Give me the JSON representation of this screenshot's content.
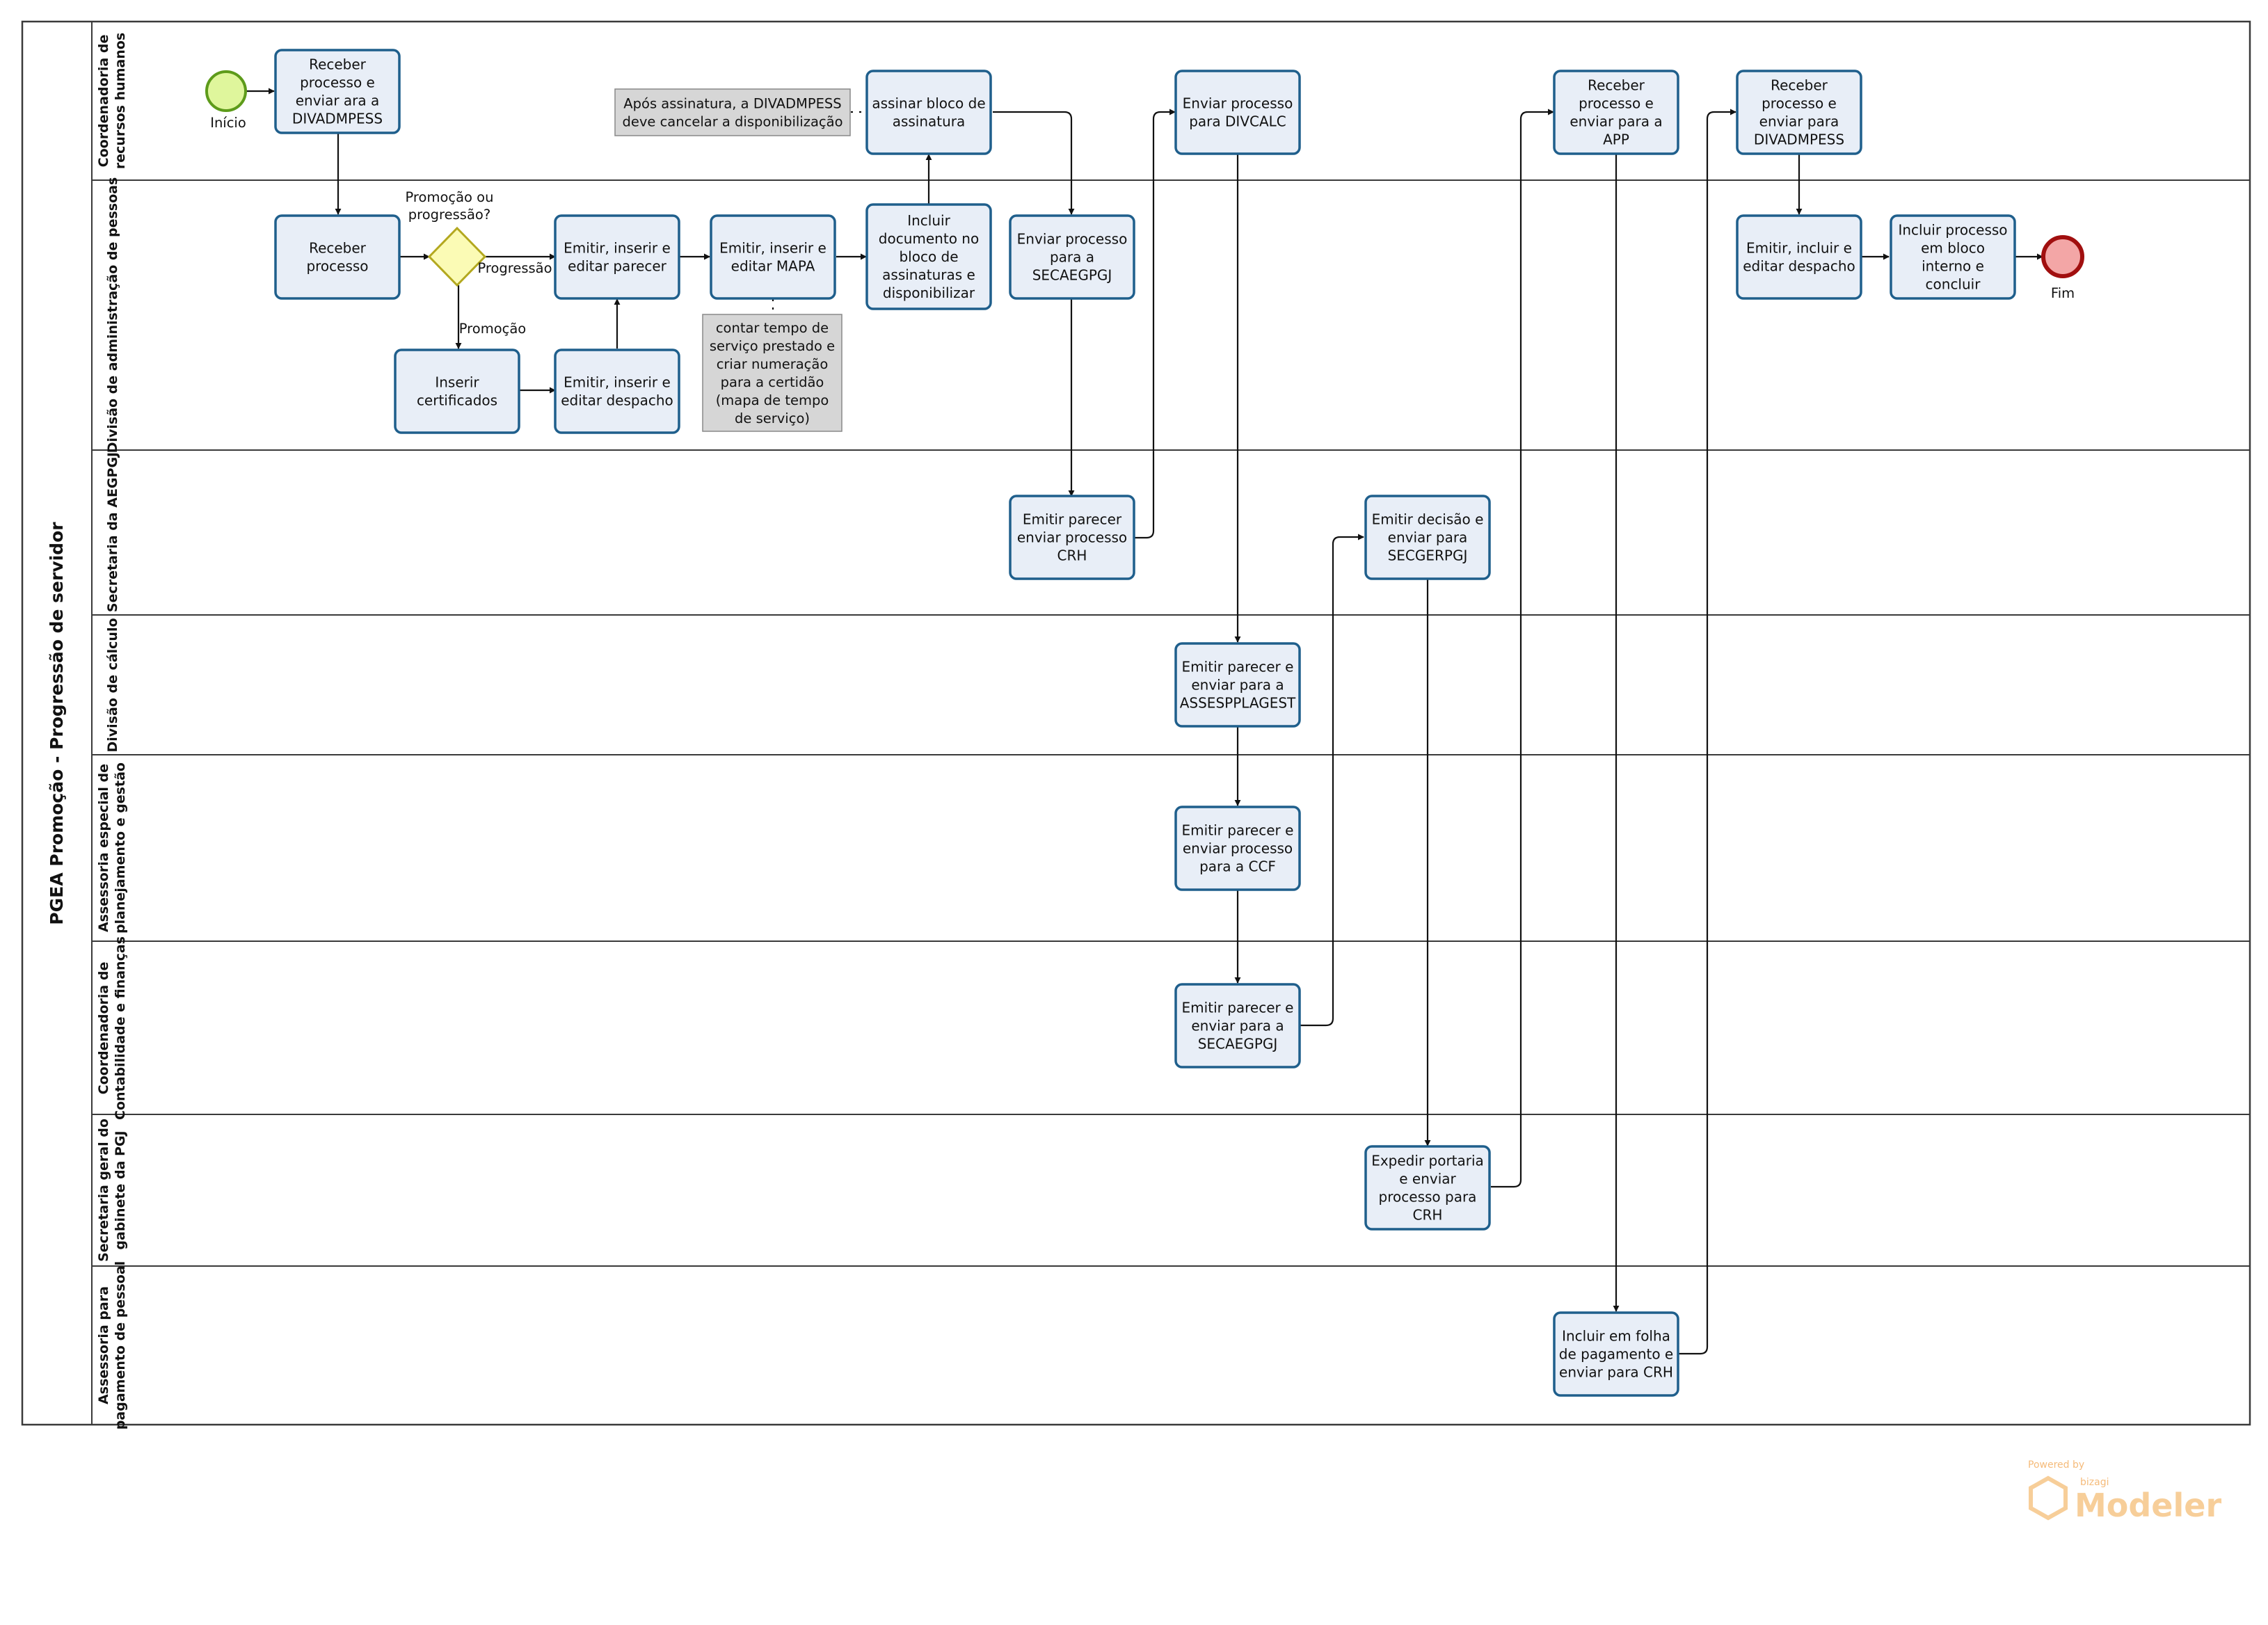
{
  "pool": {
    "title": "PGEA Promoção - Progressão de servidor"
  },
  "lanes": [
    {
      "lines": [
        "Coordenadoria de",
        "recursos humanos"
      ]
    },
    {
      "lines": [
        "Divisão de administração de pessoas"
      ]
    },
    {
      "lines": [
        "Secretaria da AEGPGJ"
      ]
    },
    {
      "lines": [
        "Divisão de cálculo"
      ]
    },
    {
      "lines": [
        "Assessoria especial de",
        "planejamento e gestão"
      ]
    },
    {
      "lines": [
        "Coordenadoria de",
        "Contabilidade e finanças"
      ]
    },
    {
      "lines": [
        "Secretaria geral do",
        "gabinete da PGJ"
      ]
    },
    {
      "lines": [
        "Assessoria para",
        "pagamento de pessoal"
      ]
    }
  ],
  "events": {
    "start": "Início",
    "end": "Fim"
  },
  "gateway": {
    "question": [
      "Promoção ou",
      "progressão?"
    ],
    "yes_label": "Progressão",
    "no_label": "Promoção"
  },
  "tasks": {
    "t1": [
      "Receber",
      "processo e",
      "enviar ara a",
      "DIVADMPESS"
    ],
    "t2": [
      "Receber",
      "processo"
    ],
    "t3": [
      "Inserir",
      "certificados"
    ],
    "t4": [
      "Emitir, inserir e",
      "editar despacho"
    ],
    "t5": [
      "Emitir, inserir e",
      "editar parecer"
    ],
    "t6": [
      "Emitir, inserir e",
      "editar MAPA"
    ],
    "t7": [
      "Incluir",
      "documento no",
      "bloco de",
      "assinaturas e",
      "disponibilizar"
    ],
    "t8": [
      "assinar bloco de",
      "assinatura"
    ],
    "t9": [
      "Enviar processo",
      "para a",
      "SECAEGPGJ"
    ],
    "t10": [
      "Emitir parecer",
      "enviar processo",
      "CRH"
    ],
    "t11": [
      "Enviar processo",
      "para DIVCALC"
    ],
    "t12": [
      "Emitir parecer e",
      "enviar para a",
      "ASSESPPLAGEST"
    ],
    "t13": [
      "Emitir parecer e",
      "enviar processo",
      "para a CCF"
    ],
    "t14": [
      "Emitir parecer e",
      "enviar para a",
      "SECAEGPGJ"
    ],
    "t15": [
      "Emitir decisão e",
      "enviar para",
      "SECGERPGJ"
    ],
    "t16": [
      "Expedir portaria",
      "e enviar",
      "processo para",
      "CRH"
    ],
    "t17": [
      "Receber",
      "processo e",
      "enviar para a",
      "APP"
    ],
    "t18": [
      "Incluir em folha",
      "de pagamento e",
      "enviar para CRH"
    ],
    "t19": [
      "Receber",
      "processo e",
      "enviar para",
      "DIVADMPESS"
    ],
    "t20": [
      "Emitir, incluir e",
      "editar despacho"
    ],
    "t21": [
      "Incluir processo",
      "em bloco",
      "interno e",
      "concluir"
    ]
  },
  "notes": {
    "n1": [
      "Após assinatura, a DIVADMPESS",
      "deve cancelar a disponibilização"
    ],
    "n2": [
      "contar tempo de",
      "serviço prestado e",
      "criar numeração",
      "para a certidão",
      "(mapa de tempo",
      "de serviço)"
    ]
  },
  "logo": {
    "powered": "Powered by",
    "brand": "bizagi",
    "product": "Modeler"
  },
  "colors": {
    "task_fill": "#e8eef7",
    "task_stroke": "#1f5f8c",
    "start_fill": "#dff69c",
    "end_fill": "#f3a6a6",
    "gateway_fill": "#fbfbb5",
    "note_fill": "#d6d6d6"
  }
}
